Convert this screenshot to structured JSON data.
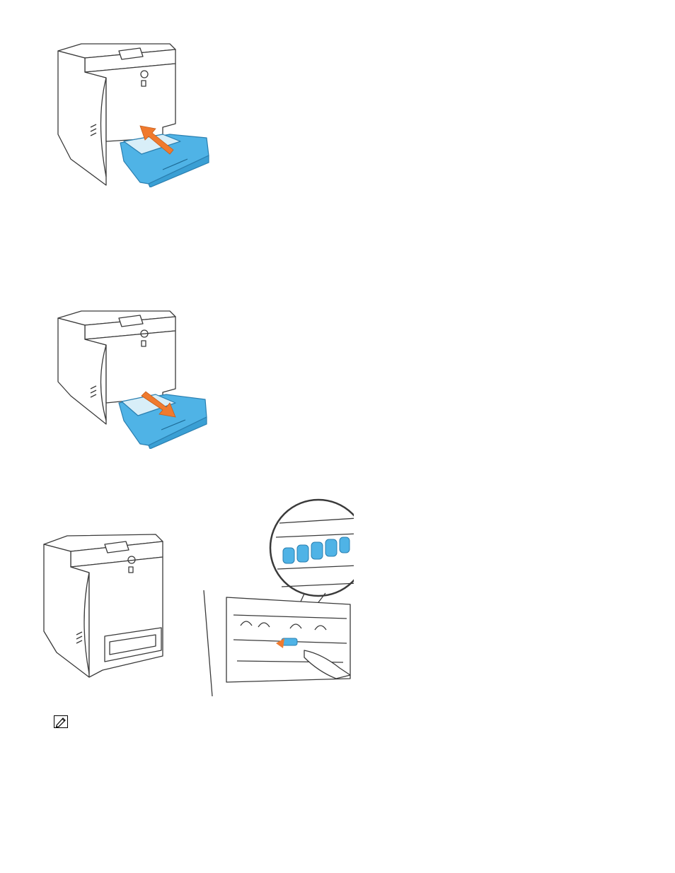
{
  "colors": {
    "line": "#3a3a3a",
    "tray_blue": "#4fb3e6",
    "tray_blue_dark": "#2a7fb0",
    "paper": "#d8eef8",
    "arrow_orange": "#f07a2e"
  },
  "figures": [
    {
      "icon": "printer-tray-insert-illustration"
    },
    {
      "icon": "printer-tray-remove-illustration"
    },
    {
      "icon": "printer-tray-empty-illustration"
    },
    {
      "icon": "feed-rollers-detail-illustration"
    }
  ],
  "note": {
    "icon": "note-pencil-icon"
  }
}
